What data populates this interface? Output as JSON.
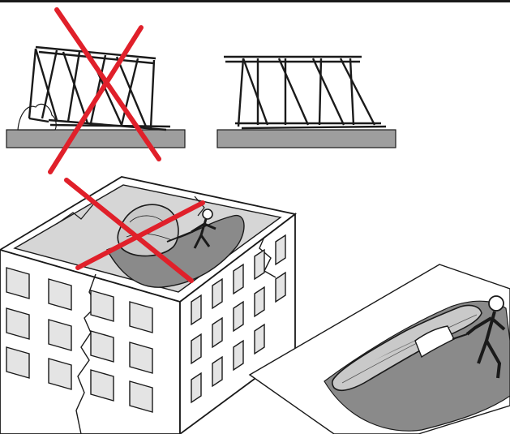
{
  "figure": {
    "colors": {
      "stroke": "#1a1a1a",
      "ground": "#9e9e9e",
      "roof": "#d6d6d6",
      "dark_fill": "#8a8a8a",
      "sheet": "#c9c9c9",
      "window": "#e4e4e4",
      "prohibit": "#e0202a"
    },
    "panels": [
      {
        "id": "wrong-storage",
        "status": "prohibited",
        "icon": "cross-mark-icon"
      },
      {
        "id": "correct-storage",
        "status": "allowed",
        "icon": "none"
      },
      {
        "id": "wrong-roof-dragging",
        "status": "prohibited",
        "icon": "cross-mark-icon"
      },
      {
        "id": "correct-ground-dragging",
        "status": "allowed",
        "icon": "none"
      }
    ]
  }
}
